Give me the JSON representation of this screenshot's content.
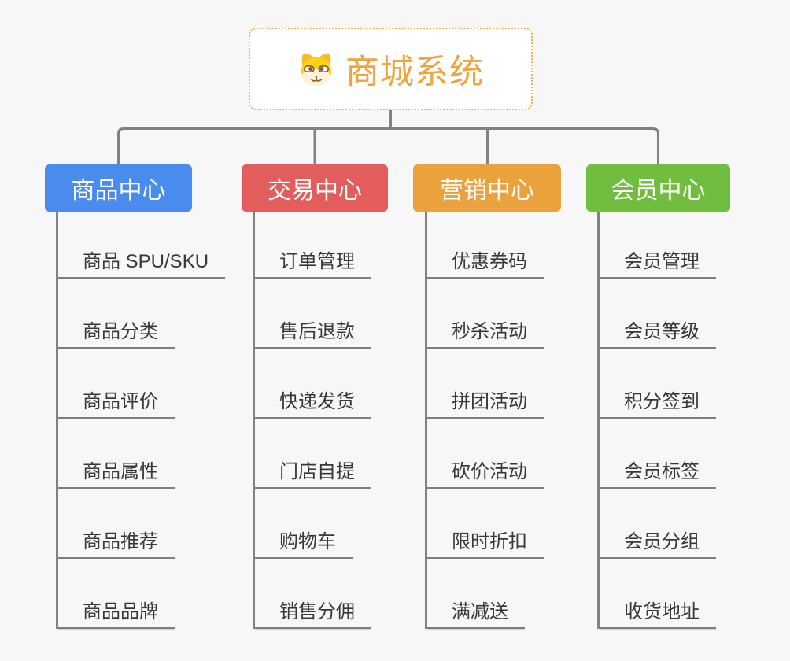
{
  "root": {
    "title": "商城系统",
    "icon": "doge-face-icon"
  },
  "branches": [
    {
      "label": "商品中心",
      "color": "#4a8cee",
      "items": [
        "商品 SPU/SKU",
        "商品分类",
        "商品评价",
        "商品属性",
        "商品推荐",
        "商品品牌"
      ]
    },
    {
      "label": "交易中心",
      "color": "#e45d5d",
      "items": [
        "订单管理",
        "售后退款",
        "快递发货",
        "门店自提",
        "购物车",
        "销售分佣"
      ]
    },
    {
      "label": "营销中心",
      "color": "#eaa33c",
      "items": [
        "优惠券码",
        "秒杀活动",
        "拼团活动",
        "砍价活动",
        "限时折扣",
        "满减送"
      ]
    },
    {
      "label": "会员中心",
      "color": "#70bd3f",
      "items": [
        "会员管理",
        "会员等级",
        "积分签到",
        "会员标签",
        "会员分组",
        "收货地址"
      ]
    }
  ],
  "colors": {
    "background": "#f7f7f7",
    "connector_gray": "#828282",
    "underline_gray": "#7f7f7f",
    "root_accent": "#eda63f",
    "root_border": "#f2b153"
  }
}
